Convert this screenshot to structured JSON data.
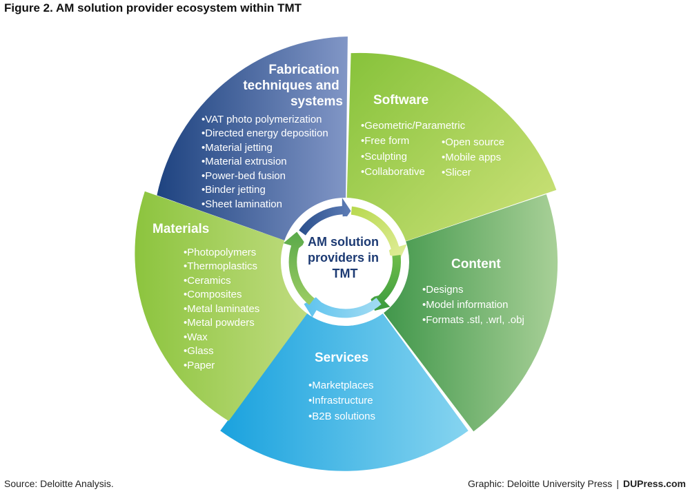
{
  "figure": {
    "title": "Figure 2. AM solution provider ecosystem within TMT",
    "source": "Source: Deloitte Analysis.",
    "credit_left": "Graphic: Deloitte University Press",
    "credit_sep": "|",
    "credit_site": "DUPress.com"
  },
  "hub": {
    "lines": [
      "AM solution",
      "providers in",
      "TMT"
    ]
  },
  "segments": {
    "fabrication": {
      "title_lines": [
        "Fabrication",
        "techniques and",
        "systems"
      ],
      "items": [
        "•VAT photo polymerization",
        "•Directed energy deposition",
        "•Material jetting",
        "•Material extrusion",
        "•Power-bed fusion",
        "•Binder jetting",
        "•Sheet lamination"
      ]
    },
    "software": {
      "title": "Software",
      "item_top": "•Geometric/Parametric",
      "items_left": [
        "•Free form",
        "•Sculpting",
        "•Collaborative"
      ],
      "items_right": [
        "•Open source",
        "•Mobile apps",
        "•Slicer"
      ]
    },
    "content": {
      "title": "Content",
      "items": [
        "•Designs",
        "•Model information",
        "•Formats .stl,  .wrl,  .obj"
      ]
    },
    "services": {
      "title": "Services",
      "items": [
        "•Marketplaces",
        "•Infrastructure",
        "•B2B solutions"
      ]
    },
    "materials": {
      "title": "Materials",
      "items": [
        "•Photopolymers",
        "•Thermoplastics",
        "•Ceramics",
        "•Composites",
        "•Metal laminates",
        "•Metal powders",
        "•Wax",
        "•Glass",
        "•Paper"
      ]
    }
  },
  "colors": {
    "fabrication": [
      "#20467f",
      "#8096c4"
    ],
    "software": [
      "#8cc63f",
      "#cfe27a"
    ],
    "content": [
      "#2e8b3d",
      "#a6cf94"
    ],
    "services": [
      "#1ea6e0",
      "#7fd0ef"
    ],
    "materials": [
      "#8cc63f",
      "#c7df86"
    ],
    "hub_text": "#1c3a73"
  }
}
